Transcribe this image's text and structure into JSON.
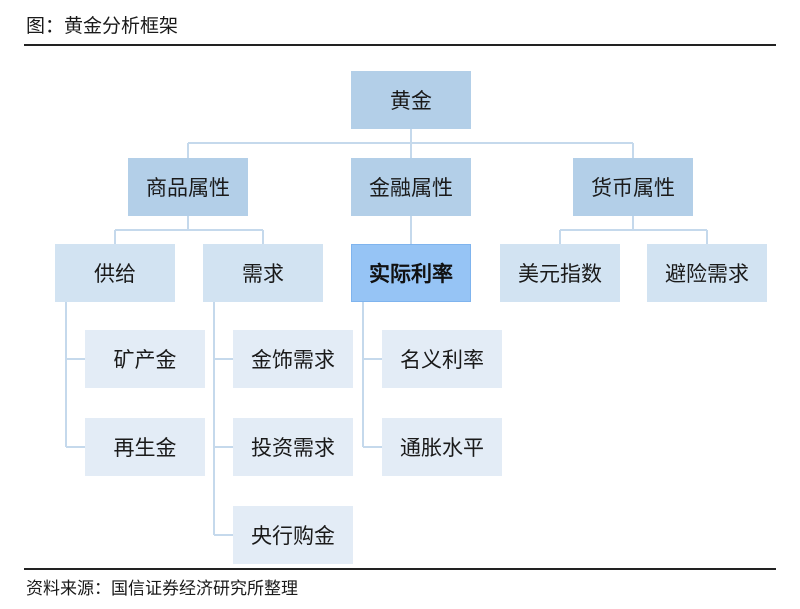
{
  "caption": "图：黄金分析框架",
  "source": "资料来源：国信证券经济研究所整理",
  "nodes": {
    "root": "黄金",
    "commodity": "商品属性",
    "financial": "金融属性",
    "currency": "货币属性",
    "supply": "供给",
    "demand": "需求",
    "real_rate": "实际利率",
    "usd_index": "美元指数",
    "hedge_demand": "避险需求",
    "mine_gold": "矿产金",
    "recycled_gold": "再生金",
    "jewelry_demand": "金饰需求",
    "investment_demand": "投资需求",
    "central_bank": "央行购金",
    "nominal_rate": "名义利率",
    "inflation": "通胀水平"
  },
  "colors": {
    "level1": "#b3cfe8",
    "level2": "#d2e3f2",
    "level3": "#e3ecf6",
    "highlight": "#96c4f5",
    "connector": "#c5d9ec"
  }
}
